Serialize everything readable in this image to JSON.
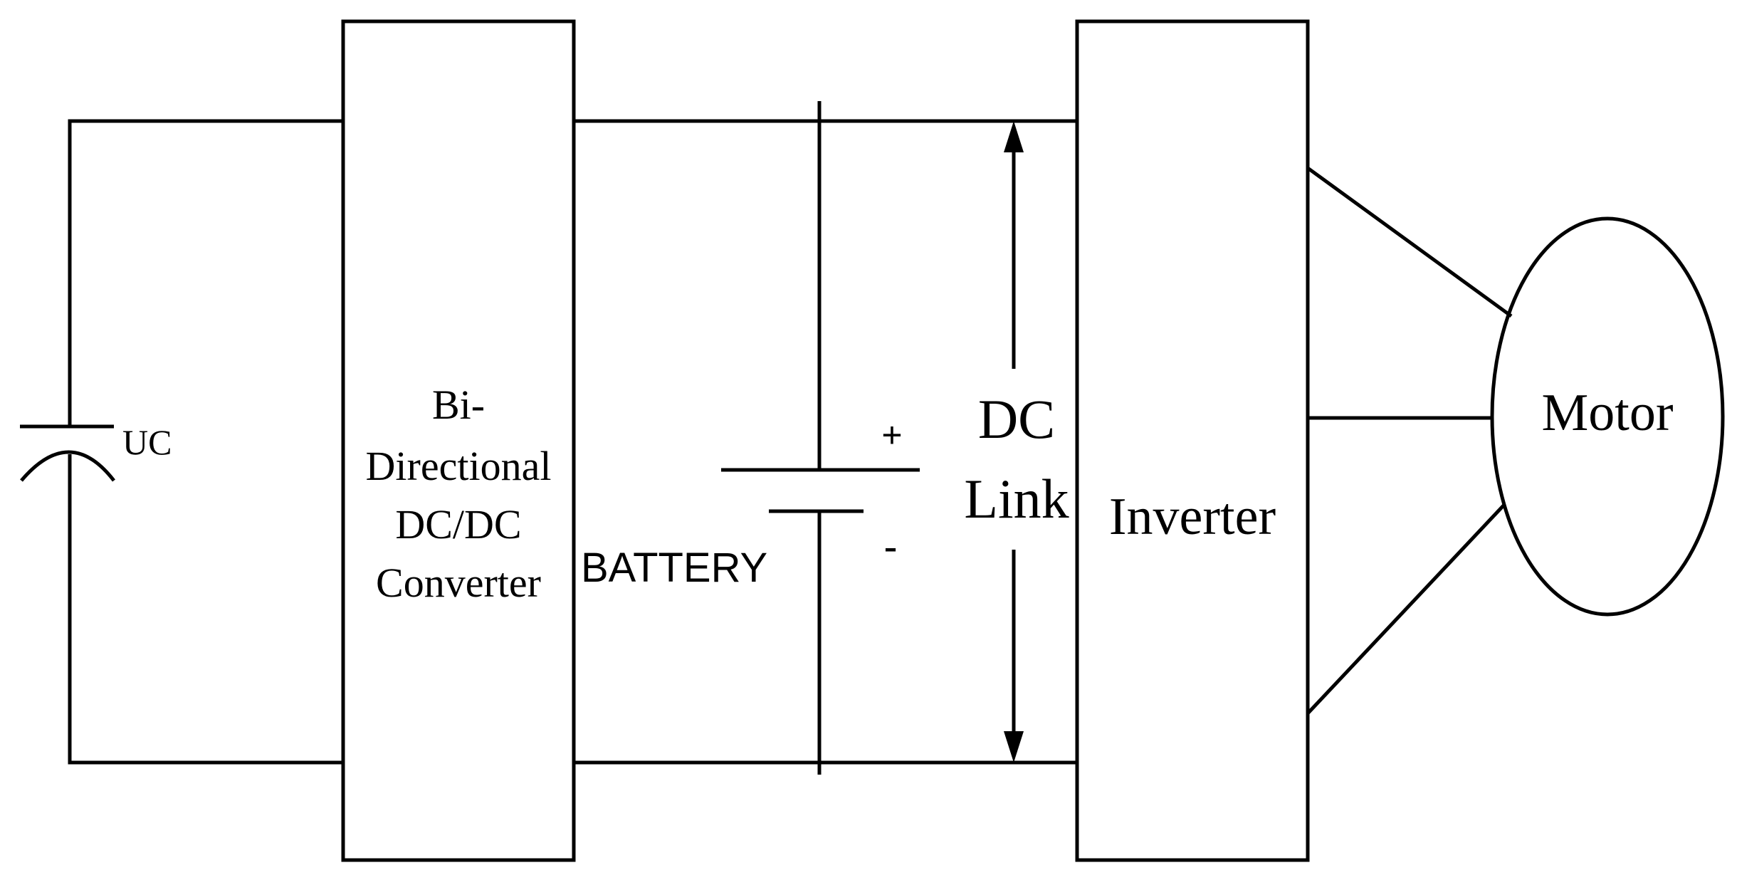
{
  "labels": {
    "uc": "UC",
    "converter": [
      "Bi-",
      "Directional",
      "DC/DC",
      "Converter"
    ],
    "battery": "BATTERY",
    "plus": "+",
    "minus": "-",
    "dc_link": [
      "DC",
      "Link"
    ],
    "inverter": "Inverter",
    "motor": "Motor"
  },
  "colors": {
    "stroke": "#000000",
    "background": "#ffffff"
  }
}
